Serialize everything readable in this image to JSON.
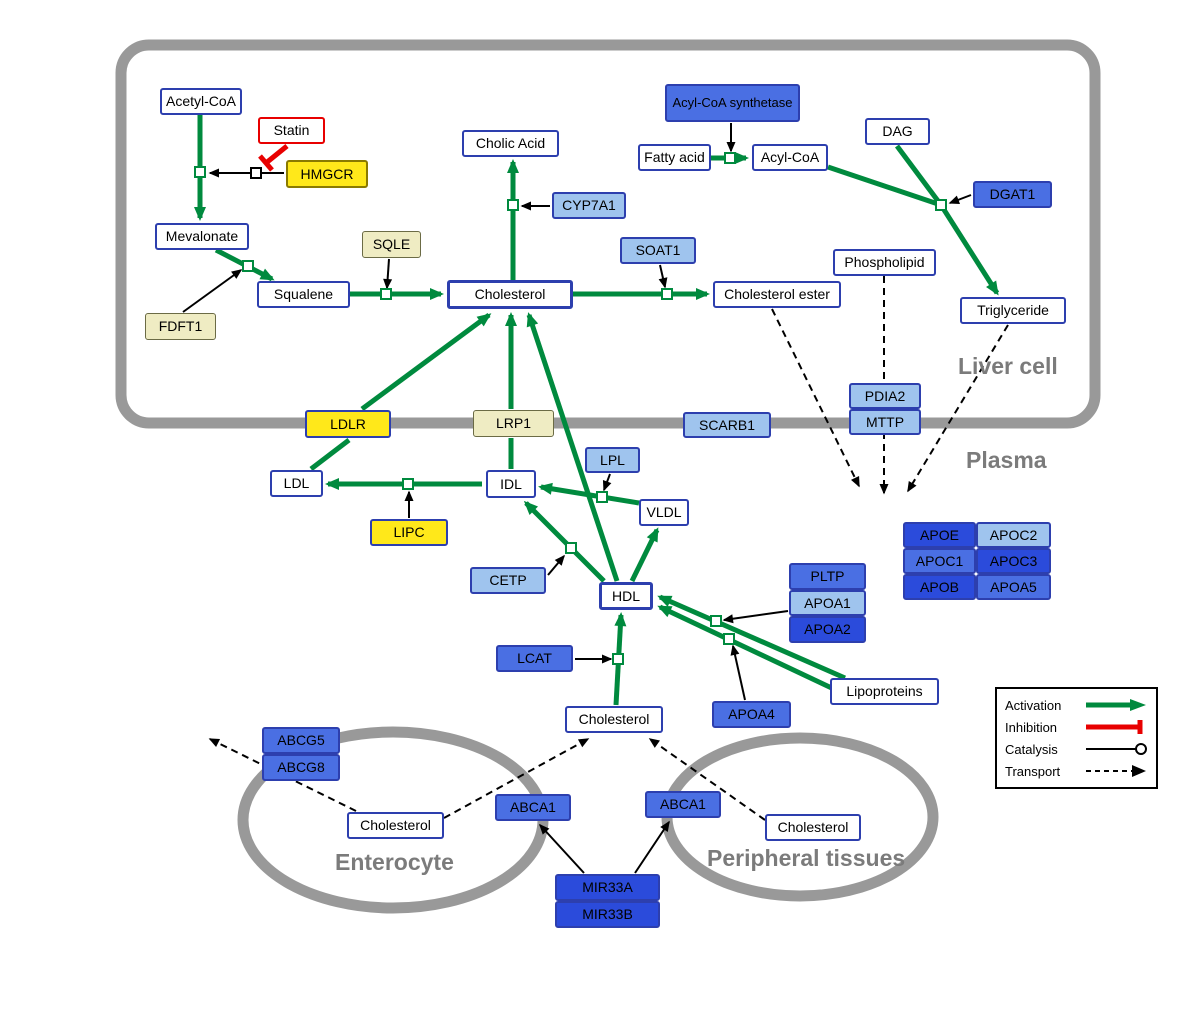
{
  "regions": {
    "liver_cell": "Liver cell",
    "plasma": "Plasma",
    "enterocyte": "Enterocyte",
    "peripheral_tissues": "Peripheral tissues"
  },
  "legend": {
    "activation": "Activation",
    "inhibition": "Inhibition",
    "catalysis": "Catalysis",
    "transport": "Transport"
  },
  "nodes": {
    "acetyl_coa": "Acetyl-CoA",
    "statin": "Statin",
    "hmgcr": "HMGCR",
    "mevalonate": "Mevalonate",
    "sqle": "SQLE",
    "fdft1": "FDFT1",
    "squalene": "Squalene",
    "cholesterol_liver": "Cholesterol",
    "cholic_acid": "Cholic Acid",
    "cyp7a1": "CYP7A1",
    "soat1": "SOAT1",
    "cholesterol_ester": "Cholesterol ester",
    "acyl_coa_synthetase": "Acyl-CoA synthetase",
    "fatty_acid": "Fatty acid",
    "acyl_coa": "Acyl-CoA",
    "dag": "DAG",
    "dgat1": "DGAT1",
    "phospholipid": "Phospholipid",
    "triglyceride": "Triglyceride",
    "ldlr": "LDLR",
    "lrp1": "LRP1",
    "scarb1": "SCARB1",
    "pdia2": "PDIA2",
    "mttp": "MTTP",
    "ldl": "LDL",
    "idl": "IDL",
    "lpl": "LPL",
    "vldl": "VLDL",
    "lipc": "LIPC",
    "cetp": "CETP",
    "hdl": "HDL",
    "pltp": "PLTP",
    "apoa1": "APOA1",
    "apoa2": "APOA2",
    "apoe": "APOE",
    "apoc2": "APOC2",
    "apoc1": "APOC1",
    "apoc3": "APOC3",
    "apob": "APOB",
    "apoa5": "APOA5",
    "lcat": "LCAT",
    "apoa4": "APOA4",
    "lipoproteins": "Lipoproteins",
    "cholesterol_plasma": "Cholesterol",
    "abcg5": "ABCG5",
    "abcg8": "ABCG8",
    "cholesterol_enterocyte": "Cholesterol",
    "abca1_left": "ABCA1",
    "abca1_right": "ABCA1",
    "cholesterol_peripheral": "Cholesterol",
    "mir33a": "MIR33A",
    "mir33b": "MIR33B"
  },
  "colors": {
    "activation_green": "#008A3E",
    "inhibition_red": "#E80000",
    "membrane_gray": "#999999",
    "metabolite_border_blue": "#2D3FAE",
    "gene_yellow": "#FFE81A",
    "gene_pale_yellow": "#EFECC3",
    "gene_light_blue": "#9FC4EE",
    "gene_medium_blue": "#4A6FE3",
    "gene_strong_blue": "#2B4BDB"
  }
}
